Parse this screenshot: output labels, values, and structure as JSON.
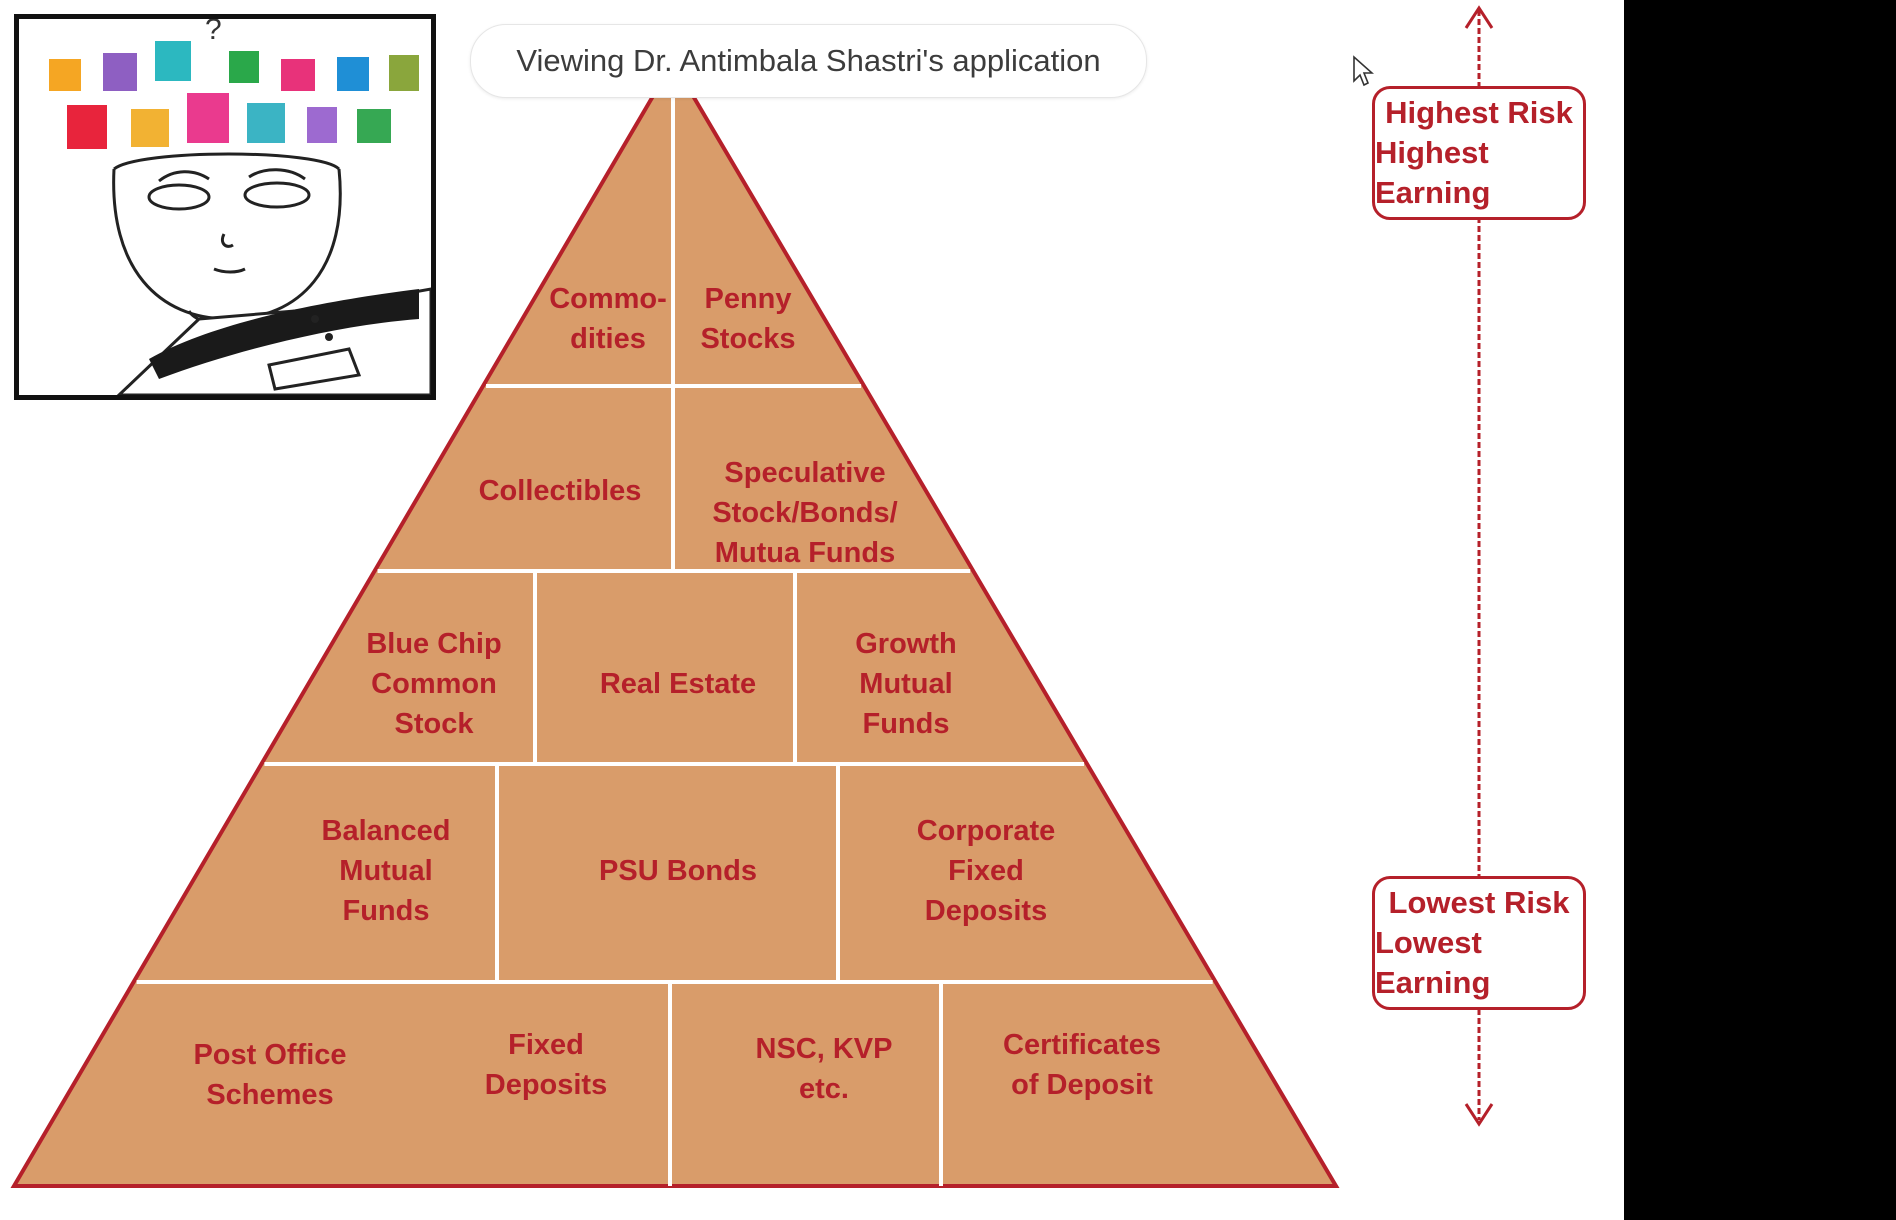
{
  "banner": {
    "text": "Viewing Dr. Antimbala Shastri's application"
  },
  "colors": {
    "pyramid_fill": "#d99c6a",
    "label_red": "#b5202a",
    "outline_red": "#b5202a",
    "divider": "#ffffff"
  },
  "pyramid": {
    "rows": [
      {
        "cells": [
          {
            "lines": [
              "Commo-",
              "dities"
            ]
          },
          {
            "lines": [
              "Penny",
              "Stocks"
            ]
          }
        ]
      },
      {
        "cells": [
          {
            "lines": [
              "Collectibles"
            ]
          },
          {
            "lines": [
              "Speculative",
              "Stock/Bonds/",
              "Mutua Funds"
            ]
          }
        ]
      },
      {
        "cells": [
          {
            "lines": [
              "Blue Chip",
              "Common",
              "Stock"
            ]
          },
          {
            "lines": [
              "Real Estate"
            ]
          },
          {
            "lines": [
              "Growth",
              "Mutual",
              "Funds"
            ]
          }
        ]
      },
      {
        "cells": [
          {
            "lines": [
              "Balanced",
              "Mutual",
              "Funds"
            ]
          },
          {
            "lines": [
              "PSU Bonds"
            ]
          },
          {
            "lines": [
              "Corporate",
              "Fixed",
              "Deposits"
            ]
          }
        ]
      },
      {
        "cells": [
          {
            "lines": [
              "Post Office",
              "Schemes"
            ]
          },
          {
            "lines": [
              "Fixed",
              "Deposits"
            ]
          },
          {
            "lines": [
              "NSC, KVP",
              "etc."
            ]
          },
          {
            "lines": [
              "Certificates",
              "of Deposit"
            ]
          }
        ]
      }
    ]
  },
  "risk_scale": {
    "top": {
      "line1": "Highest Risk",
      "line2": "Highest Earning"
    },
    "bottom": {
      "line1": "Lowest Risk",
      "line2": "Lowest Earning"
    }
  },
  "illustration": {
    "subject": "confused person with colorful sticky notes and question mark"
  }
}
